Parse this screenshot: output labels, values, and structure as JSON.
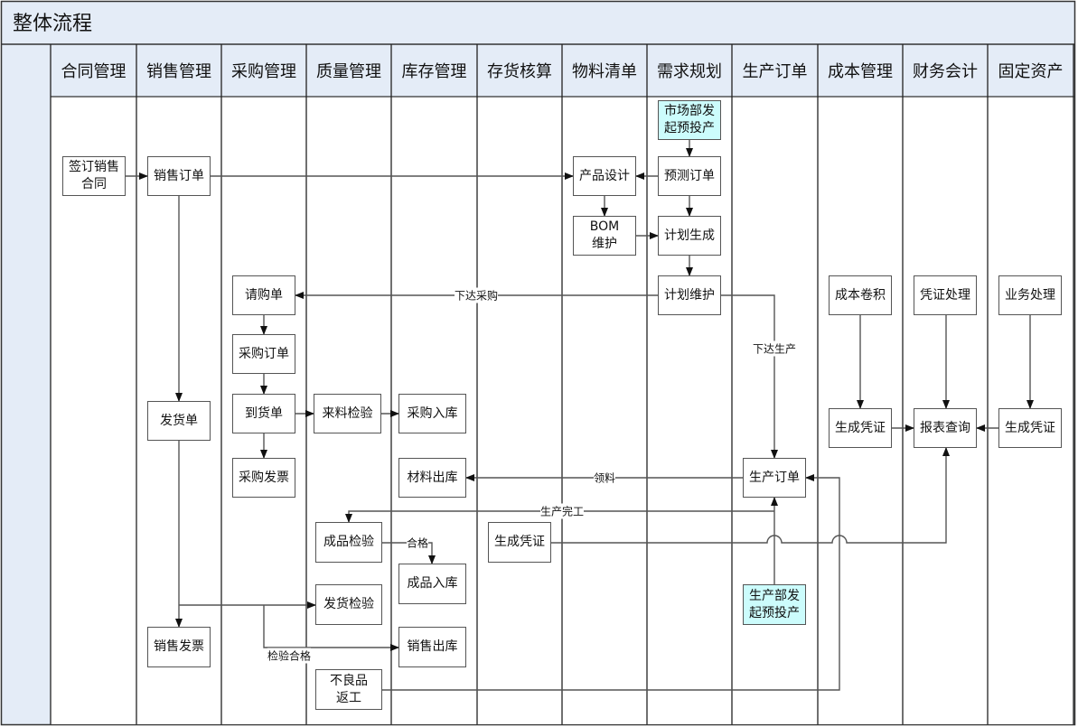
{
  "title": "整体流程",
  "lanes": [
    "合同管理",
    "销售管理",
    "采购管理",
    "质量管理",
    "库存管理",
    "存货核算",
    "物料清单",
    "需求规划",
    "生产订单",
    "成本管理",
    "财务会计",
    "固定资产"
  ],
  "nodes": {
    "n1": "签订销售\n合同",
    "n2": "销售订单",
    "n3": "产品设计",
    "n4": "预测订单",
    "n5": "市场部发\n起预投产",
    "n6": "BOM\n维护",
    "n7": "计划生成",
    "n8": "计划维护",
    "n9": "请购单",
    "n10": "采购订单",
    "n11": "到货单",
    "n12": "采购发票",
    "n13": "来料检验",
    "n14": "采购入库",
    "n15": "发货单",
    "n16": "材料出库",
    "n17": "生产订单",
    "n18": "成本卷积",
    "n19": "凭证处理",
    "n20": "业务处理",
    "n21": "生成凭证",
    "n22": "报表查询",
    "n23": "生成凭证",
    "n24": "成品检验",
    "n25": "生成凭证",
    "n26": "成品入库",
    "n27": "发货检验",
    "n28": "生产部发\n起预投产",
    "n29": "销售发票",
    "n30": "销售出库",
    "n31": "不良品\n返工"
  },
  "edge_labels": {
    "purchase": "下达采购",
    "production": "下达生产",
    "pick": "领料",
    "finish": "生产完工",
    "pass": "合格",
    "inspect_pass": "检验合格"
  },
  "colors": {
    "header_bg": "#e4ecf7",
    "start_node": "#ccfcfc",
    "line": "#555555"
  }
}
